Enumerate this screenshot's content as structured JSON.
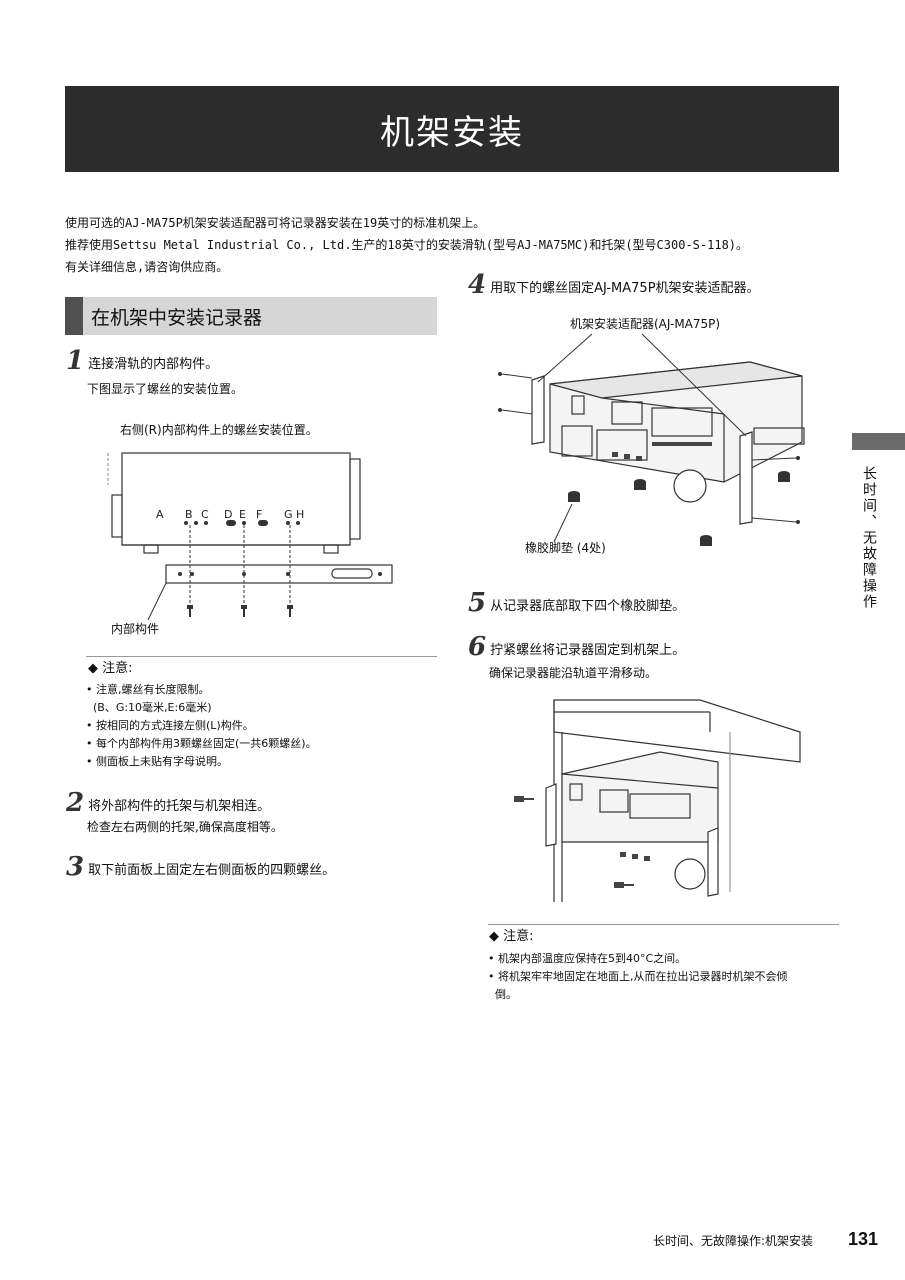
{
  "banner": {
    "title": "机架安装"
  },
  "intro": {
    "line1": "使用可选的AJ-MA75P机架安装适配器可将记录器安装在19英寸的标准机架上。",
    "line2": "推荐使用Settsu Metal Industrial Co., Ltd.生产的18英寸的安装滑轨(型号AJ-MA75MC)和托架(型号C300-S-118)。",
    "line3": "有关详细信息,请咨询供应商。"
  },
  "section": {
    "title": "在机架中安装记录器"
  },
  "step1": {
    "num": "1",
    "text": "连接滑轨的内部构件。",
    "sub": "下图显示了螺丝的安装位置。"
  },
  "figure1": {
    "caption": "右侧(R)内部构件上的螺丝安装位置。",
    "labels": [
      "A",
      "B",
      "C",
      "D",
      "E",
      "F",
      "G",
      "H"
    ],
    "inner_label": "内部构件"
  },
  "note1": {
    "title": "注意:",
    "items": [
      "• 注意,螺丝有长度限制。",
      "  (B、G:10毫米,E:6毫米)",
      "• 按相同的方式连接左侧(L)构件。",
      "• 每个内部构件用3颗螺丝固定(一共6颗螺丝)。",
      "• 侧面板上未贴有字母说明。"
    ]
  },
  "step2": {
    "num": "2",
    "text": "将外部构件的托架与机架相连。",
    "sub": "检查左右两侧的托架,确保高度相等。"
  },
  "step3": {
    "num": "3",
    "text": "取下前面板上固定左右侧面板的四颗螺丝。"
  },
  "step4": {
    "num": "4",
    "text": "用取下的螺丝固定AJ-MA75P机架安装适配器。"
  },
  "figure2": {
    "adapter_label": "机架安装适配器(AJ-MA75P)",
    "feet_label": "橡胶脚垫 (4处)"
  },
  "step5": {
    "num": "5",
    "text": "从记录器底部取下四个橡胶脚垫。"
  },
  "step6": {
    "num": "6",
    "text": "拧紧螺丝将记录器固定到机架上。",
    "sub": "确保记录器能沿轨道平滑移动。"
  },
  "note2": {
    "title": "注意:",
    "items": [
      "• 机架内部温度应保持在5到40°C之间。",
      "• 将机架牢牢地固定在地面上,从而在拉出记录器时机架不会倾",
      "  倒。"
    ]
  },
  "side": {
    "text": "长时间、无故障操作"
  },
  "footer": {
    "text": "长时间、无故障操作:机架安装",
    "page": "131"
  }
}
